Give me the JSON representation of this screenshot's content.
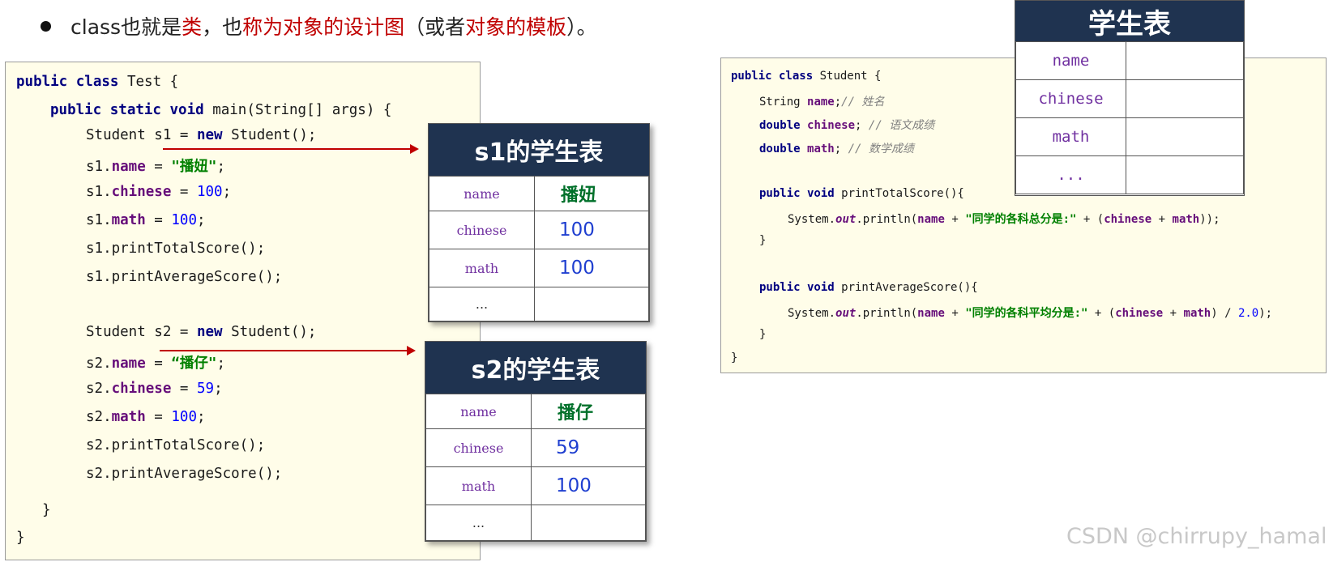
{
  "headline": {
    "p1": "class也就是",
    "p2": "类",
    "p3": "，也",
    "p4": "称为对象的设计图",
    "p5": "（或者",
    "p6": "对象的模板",
    "p7": "）。"
  },
  "left_code": {
    "l1": {
      "kw": "public class",
      "rest": " Test {"
    },
    "l2": {
      "kw": "public static void",
      "rest": " main(String[] args) {"
    },
    "l3": {
      "a": "Student s1 = ",
      "kw": "new",
      "b": " Student();"
    },
    "l4": {
      "obj": "s1.",
      "fld": "name",
      "eq": " = ",
      "val": "\"播妞\"",
      "end": ";"
    },
    "l5": {
      "obj": "s1.",
      "fld": "chinese",
      "eq": " = ",
      "val": "100",
      "end": ";"
    },
    "l6": {
      "obj": "s1.",
      "fld": "math",
      "eq": " = ",
      "val": "100",
      "end": ";"
    },
    "l7": "s1.printTotalScore();",
    "l8": "s1.printAverageScore();",
    "l9": {
      "a": "Student s2 = ",
      "kw": "new",
      "b": " Student();"
    },
    "l10": {
      "obj": "s2.",
      "fld": "name",
      "eq": " = ",
      "val": "“播仔\"",
      "end": ";"
    },
    "l11": {
      "obj": "s2.",
      "fld": "chinese",
      "eq": " = ",
      "val": "59",
      "end": ";"
    },
    "l12": {
      "obj": "s2.",
      "fld": "math",
      "eq": " = ",
      "val": "100",
      "end": ";"
    },
    "l13": "s2.printTotalScore();",
    "l14": "s2.printAverageScore();",
    "l15": "}",
    "l16": "}"
  },
  "s1_table": {
    "title": "s1的学生表",
    "rows": [
      {
        "key": "name",
        "value": "播妞"
      },
      {
        "key": "chinese",
        "value": "100"
      },
      {
        "key": "math",
        "value": "100"
      },
      {
        "key": "...",
        "value": ""
      }
    ]
  },
  "s2_table": {
    "title": "s2的学生表",
    "rows": [
      {
        "key": "name",
        "value": "播仔"
      },
      {
        "key": "chinese",
        "value": "59"
      },
      {
        "key": "math",
        "value": "100"
      },
      {
        "key": "...",
        "value": ""
      }
    ]
  },
  "class_table": {
    "title": "学生表",
    "rows": [
      "name",
      "chinese",
      "math",
      "..."
    ]
  },
  "right_code": {
    "r1": {
      "kw": "public class",
      "rest": " Student {"
    },
    "r2": {
      "a": "String ",
      "fld": "name",
      "b": ";",
      "cmt": "// 姓名"
    },
    "r3": {
      "kw": "double",
      "sp": " ",
      "fld": "chinese",
      "b": "; ",
      "cmt": "// 语文成绩"
    },
    "r4": {
      "kw": "double",
      "sp": " ",
      "fld": "math",
      "b": "; ",
      "cmt": "// 数学成绩"
    },
    "r5": {
      "kw": "public void",
      "rest": " printTotalScore(){"
    },
    "r6": {
      "a": "System.",
      "it": "out",
      "b": ".println(",
      "f1": "name",
      "c": " + ",
      "str": "\"同学的各科总分是:\"",
      "d": " + (",
      "f2": "chinese",
      "e": " + ",
      "f3": "math",
      "g": "));"
    },
    "r7": "}",
    "r8": {
      "kw": "public void",
      "rest": " printAverageScore(){"
    },
    "r9": {
      "a": "System.",
      "it": "out",
      "b": ".println(",
      "f1": "name",
      "c": " + ",
      "str": "\"同学的各科平均分是:\"",
      "d": " + (",
      "f2": "chinese",
      "e": " + ",
      "f3": "math",
      "g": ") / ",
      "num": "2.0",
      "h": ");"
    },
    "r10": "}",
    "r11": "}"
  },
  "watermark": "CSDN @chirrupy_hamal"
}
